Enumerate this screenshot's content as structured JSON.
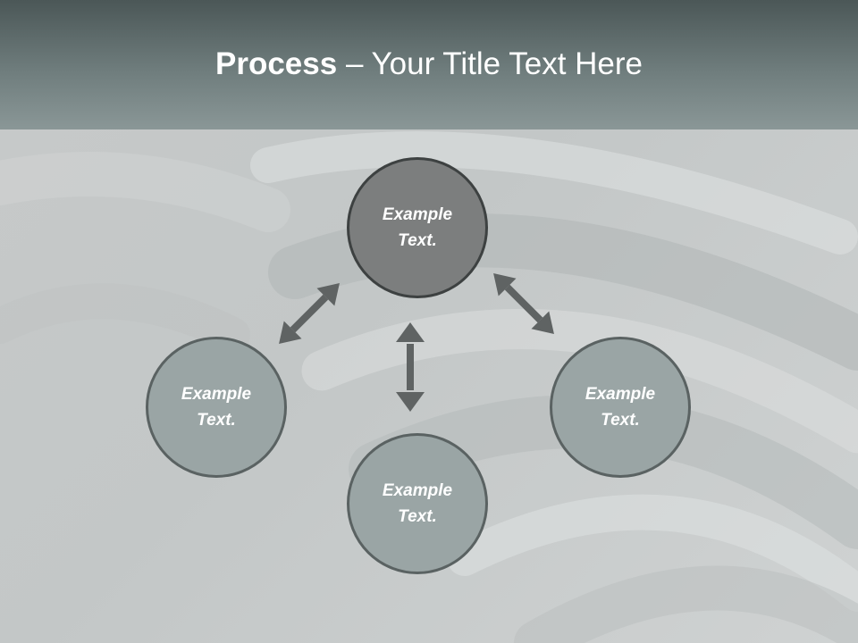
{
  "slide": {
    "title_bold": "Process",
    "title_rest": " – Your Title Text Here"
  },
  "circles": {
    "top": {
      "line1": "Example",
      "line2": "Text."
    },
    "left": {
      "line1": "Example",
      "line2": "Text."
    },
    "bottom": {
      "line1": "Example",
      "line2": "Text."
    },
    "right": {
      "line1": "Example",
      "line2": "Text."
    }
  },
  "colors": {
    "header": "#6f7d7d",
    "circle_primary": "#7c7e7e",
    "circle_secondary": "#9aa5a5",
    "arrow": "#5f6363"
  }
}
